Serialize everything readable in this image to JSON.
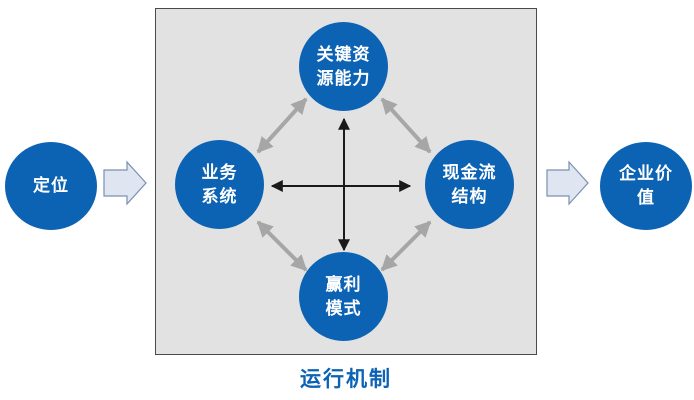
{
  "diagram": {
    "left_node": {
      "label": "定位"
    },
    "right_node": {
      "label": "企业价值"
    },
    "center_nodes": {
      "top": {
        "label": "关键资源能力"
      },
      "left": {
        "label": "业务系统"
      },
      "right": {
        "label": "现金流结构"
      },
      "bottom": {
        "label": "赢利模式"
      }
    },
    "panel_caption": "运行机制",
    "colors": {
      "node_fill": "#0c63b4",
      "panel_fill": "#e2e2e2",
      "caption": "#0c63b4",
      "diagonal_arrows": "#a6a6a6",
      "cross_arrows": "#1a1a1a"
    }
  }
}
